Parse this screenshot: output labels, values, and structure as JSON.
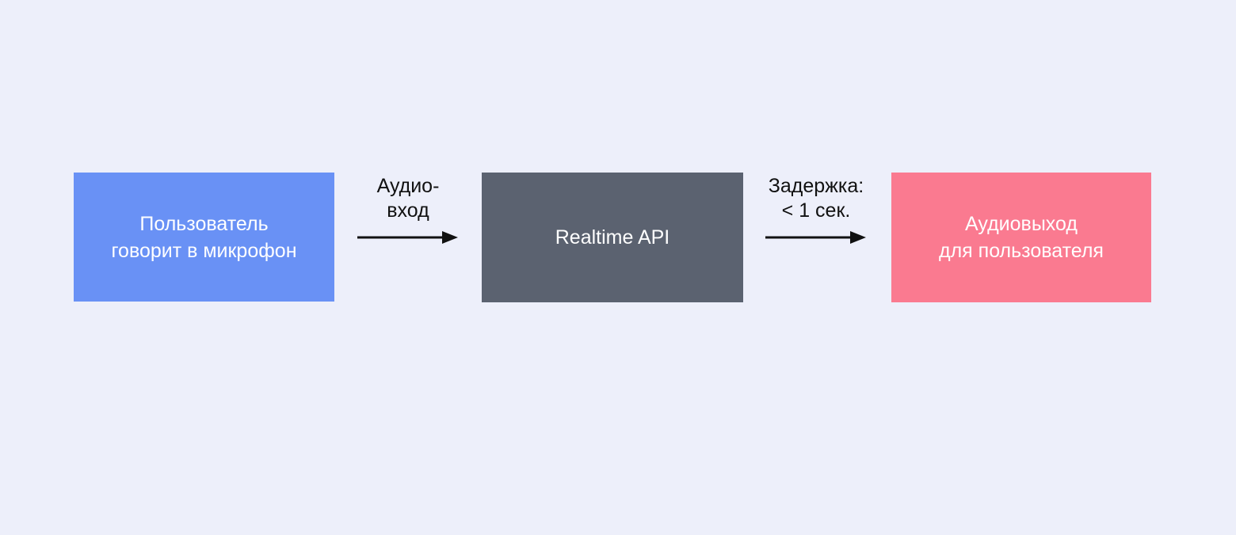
{
  "canvas": {
    "background_color": "#edeffa"
  },
  "diagram": {
    "nodes": {
      "user_speaks": {
        "line1": "Пользователь",
        "line2": "говорит в микрофон",
        "fill": "#6991f5",
        "text_color": "#ffffff"
      },
      "realtime_api": {
        "line1": "Realtime API",
        "fill": "#5b6270",
        "text_color": "#ffffff"
      },
      "audio_output": {
        "line1": "Аудиовыход",
        "line2": "для пользователя",
        "fill": "#fa7a90",
        "text_color": "#ffffff"
      }
    },
    "edges": {
      "audio_input": {
        "line1": "Аудио-",
        "line2": "вход",
        "arrow_color": "#111111"
      },
      "latency": {
        "line1": "Задержка:",
        "line2": "< 1 сек.",
        "arrow_color": "#111111"
      }
    }
  }
}
